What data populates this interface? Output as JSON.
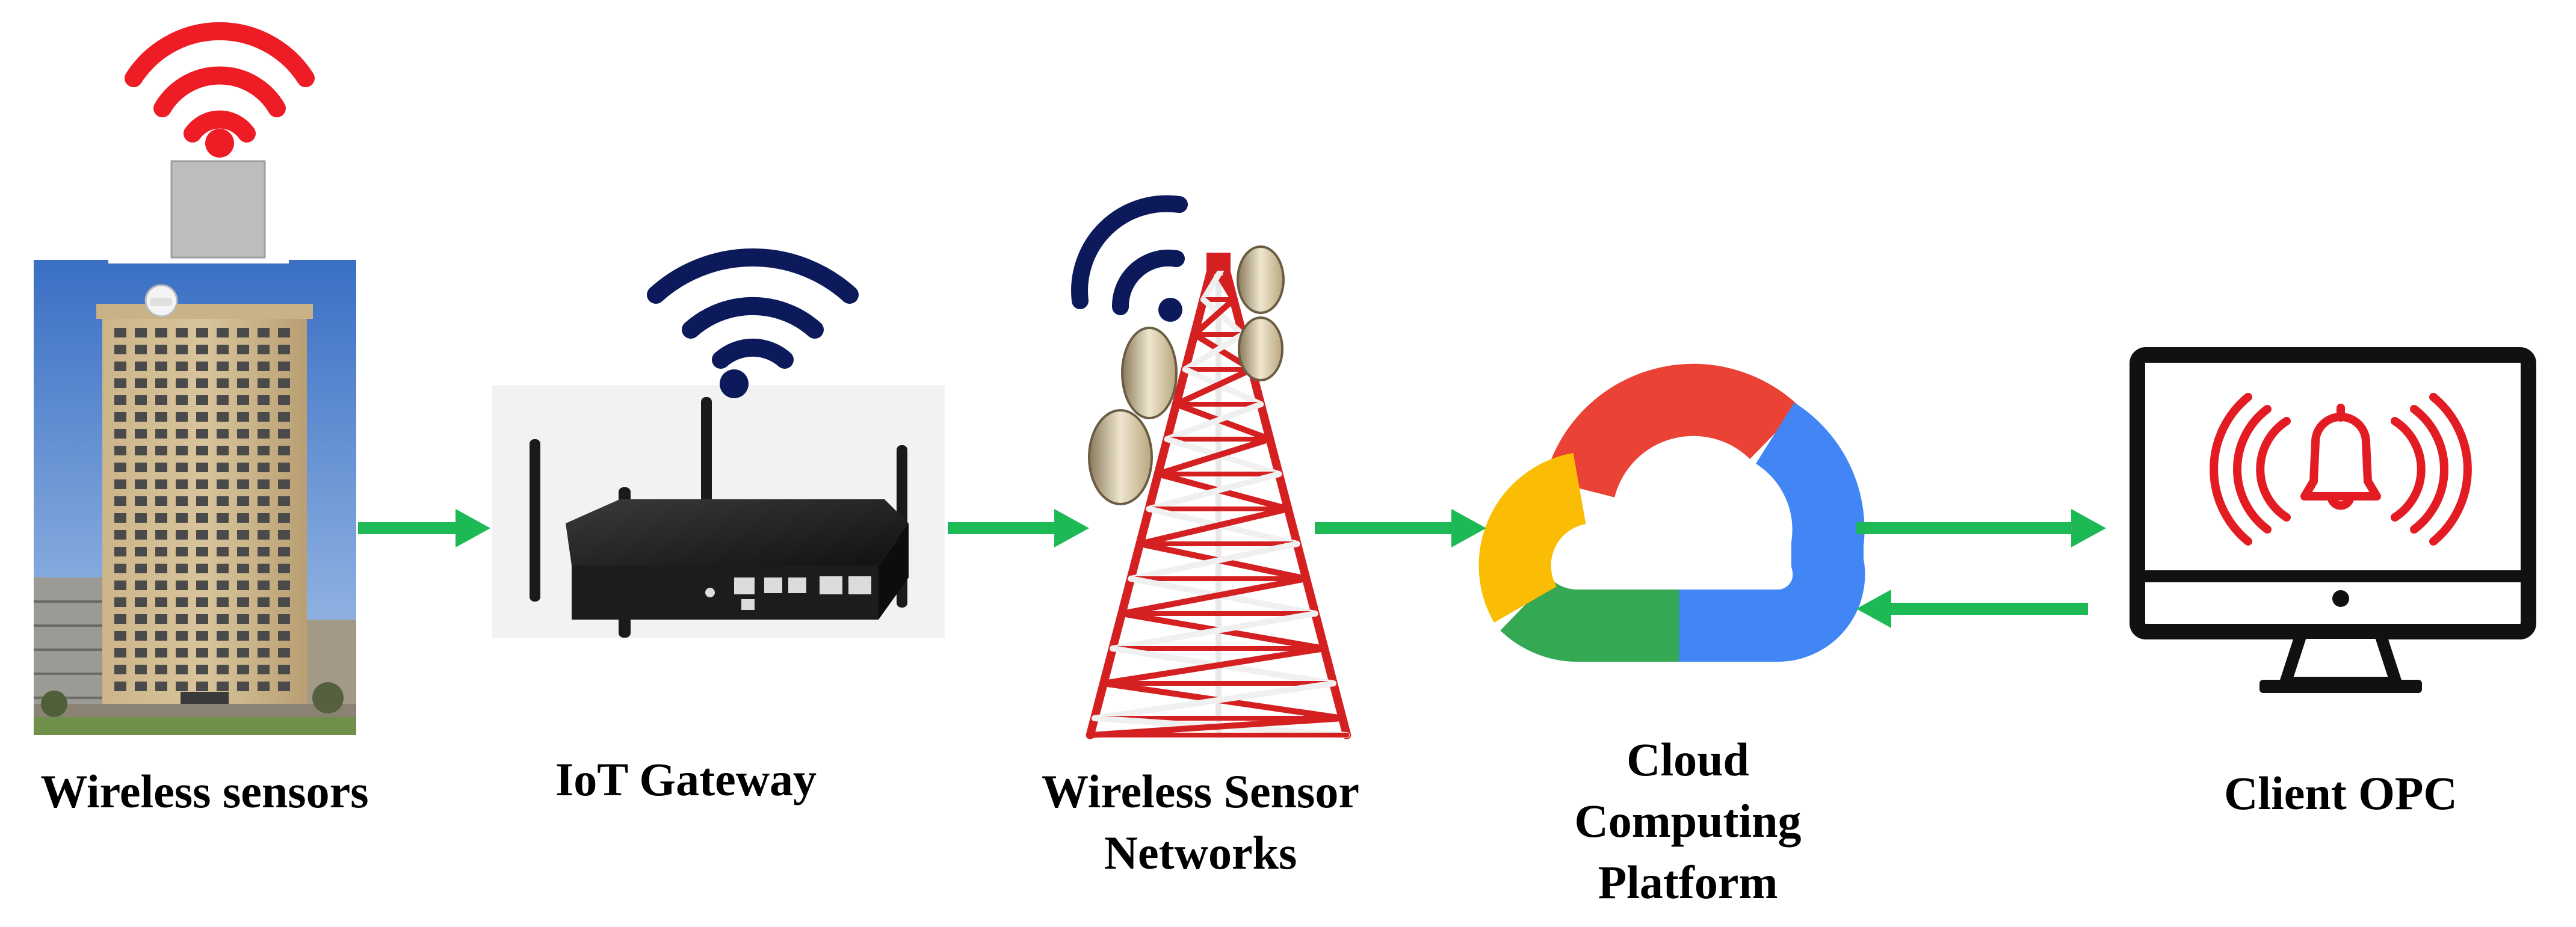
{
  "diagram": {
    "nodes": [
      {
        "id": "sensors",
        "label": "Wireless sensors",
        "icon": "building-with-sensor-icon"
      },
      {
        "id": "gateway",
        "label": "IoT Gateway",
        "icon": "router-icon"
      },
      {
        "id": "wsn",
        "label": [
          "Wireless Sensor",
          "Networks"
        ],
        "icon": "cell-tower-icon"
      },
      {
        "id": "cloud",
        "label": [
          "Cloud",
          "Computing",
          "Platform"
        ],
        "icon": "cloud-icon"
      },
      {
        "id": "client",
        "label": "Client OPC",
        "icon": "monitor-alarm-icon"
      }
    ],
    "edges": [
      {
        "from": "sensors",
        "to": "gateway"
      },
      {
        "from": "gateway",
        "to": "wsn"
      },
      {
        "from": "wsn",
        "to": "cloud"
      },
      {
        "from": "cloud",
        "to": "client"
      },
      {
        "from": "client",
        "to": "cloud"
      }
    ],
    "colors": {
      "arrow": "#1db954",
      "wifi_sensor": "#ee1c25",
      "wifi_network": "#0c1a5b",
      "tower_red": "#d42020",
      "alarm_red": "#e31b23",
      "cloud_red": "#ea4335",
      "cloud_blue": "#4285f4",
      "cloud_yellow": "#fbbc04",
      "cloud_green": "#34a853"
    }
  }
}
